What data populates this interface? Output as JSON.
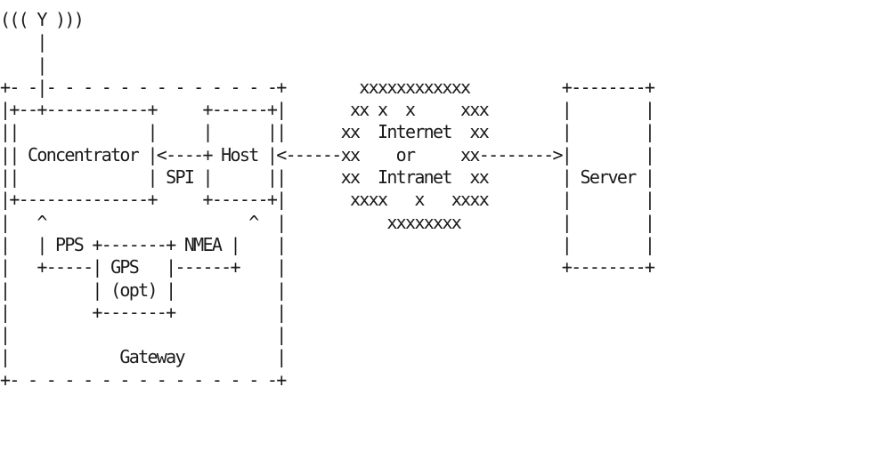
{
  "diagram": {
    "type": "ascii-network-diagram",
    "labels": {
      "antenna": "((( Y )))",
      "concentrator": "Concentrator",
      "host": "Host",
      "spi": "SPI",
      "pps": "PPS",
      "nmea": "NMEA",
      "gps": "GPS",
      "gps_opt": "(opt)",
      "gateway": "Gateway",
      "internet": "Internet",
      "or": "or",
      "intranet": "Intranet",
      "server": "Server"
    },
    "lines": [
      "((( Y )))",
      "    |",
      "    |",
      "+- -|- - - - - - - - - - - - -+        xxxxxxxxxxxx          +--------+",
      "|+--+-----------+     +------+|       xx x  x     xxx        |        |",
      "||              |     |      ||      xx  Internet  xx        |        |",
      "|| Concentrator |<----+ Host |<------xx    or     xx-------->|        |",
      "||              | SPI |      ||      xx  Intranet  xx        | Server |",
      "|+--------------+     +------+|       xxxx   x   xxxx        |        |",
      "|   ^                      ^  |           xxxxxxxx           |        |",
      "|   | PPS +-------+ NMEA |    |                              |        |",
      "|   +-----| GPS   |------+    |                              +--------+",
      "|         | (opt) |           |",
      "|         +-------+           |",
      "|                             |",
      "|            Gateway          |",
      "+- - - - - - - - - - - - - - -+"
    ]
  }
}
